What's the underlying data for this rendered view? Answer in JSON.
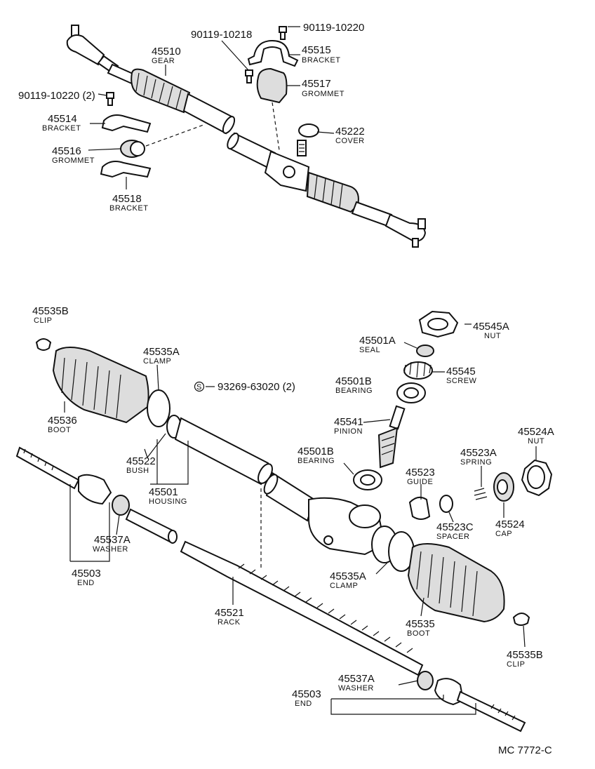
{
  "labels": {
    "l_90119_10220_top": {
      "pn": "90119-10220",
      "name": ""
    },
    "l_90119_10218": {
      "pn": "90119-10218",
      "name": ""
    },
    "l_45515": {
      "pn": "45515",
      "name": "BRACKET"
    },
    "l_45510": {
      "pn": "45510",
      "name": "GEAR"
    },
    "l_45517": {
      "pn": "45517",
      "name": "GROMMET"
    },
    "l_90119_10220_2": {
      "pn": "90119-10220 (2)",
      "name": ""
    },
    "l_45514": {
      "pn": "45514",
      "name": "BRACKET"
    },
    "l_45222": {
      "pn": "45222",
      "name": "COVER"
    },
    "l_45516": {
      "pn": "45516",
      "name": "GROMMET"
    },
    "l_45518": {
      "pn": "45518",
      "name": "BRACKET"
    },
    "l_45535B_top": {
      "pn": "45535B",
      "name": "CLIP"
    },
    "l_45545A": {
      "pn": "45545A",
      "name": "NUT"
    },
    "l_45501A": {
      "pn": "45501A",
      "name": "SEAL"
    },
    "l_45535A_top": {
      "pn": "45535A",
      "name": "CLAMP"
    },
    "l_45545": {
      "pn": "45545",
      "name": "SCREW"
    },
    "l_93269": {
      "pn": "93269-63020 (2)",
      "name": "",
      "symbol": "S"
    },
    "l_45501B_top": {
      "pn": "45501B",
      "name": "BEARING"
    },
    "l_45536": {
      "pn": "45536",
      "name": "BOOT"
    },
    "l_45541": {
      "pn": "45541",
      "name": "PINION"
    },
    "l_45524A": {
      "pn": "45524A",
      "name": "NUT"
    },
    "l_45522": {
      "pn": "45522",
      "name": "BUSH"
    },
    "l_45501B_mid": {
      "pn": "45501B",
      "name": "BEARING"
    },
    "l_45523A": {
      "pn": "45523A",
      "name": "SPRING"
    },
    "l_45523": {
      "pn": "45523",
      "name": "GUIDE"
    },
    "l_45501": {
      "pn": "45501",
      "name": "HOUSING"
    },
    "l_45524": {
      "pn": "45524",
      "name": "CAP"
    },
    "l_45523C": {
      "pn": "45523C",
      "name": "SPACER"
    },
    "l_45537A_left": {
      "pn": "45537A",
      "name": "WASHER"
    },
    "l_45503_left": {
      "pn": "45503",
      "name": "END"
    },
    "l_45535A_bot": {
      "pn": "45535A",
      "name": "CLAMP"
    },
    "l_45521": {
      "pn": "45521",
      "name": "RACK"
    },
    "l_45535": {
      "pn": "45535",
      "name": "BOOT"
    },
    "l_45535B_bot": {
      "pn": "45535B",
      "name": "CLIP"
    },
    "l_45537A_bot": {
      "pn": "45537A",
      "name": "WASHER"
    },
    "l_45503_bot": {
      "pn": "45503",
      "name": "END"
    }
  },
  "footer_code": "MC 7772-C"
}
